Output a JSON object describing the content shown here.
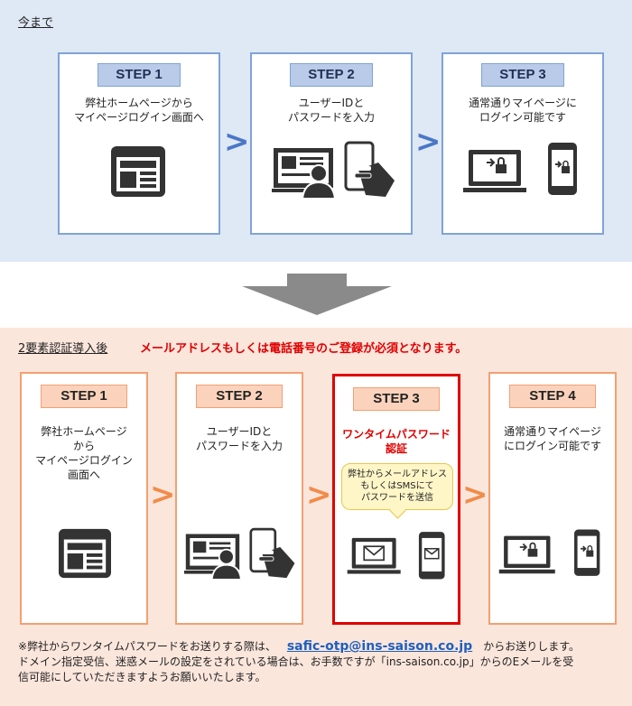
{
  "top": {
    "label": "今まで",
    "steps": [
      {
        "badge": "STEP 1",
        "text": [
          "弊社ホームページから",
          "マイページログイン画面へ"
        ],
        "icon": "webpage-icon"
      },
      {
        "badge": "STEP 2",
        "text": [
          "ユーザーIDと",
          "パスワードを入力"
        ],
        "icon": "pc-and-phone-icon"
      },
      {
        "badge": "STEP 3",
        "text": [
          "通常通りマイページに",
          "ログイン可能です"
        ],
        "icon": "login-devices-icon"
      }
    ]
  },
  "bottom": {
    "label": "2要素認証導入後",
    "notice": "メールアドレスもしくは電話番号のご登録が必須となります。",
    "steps": [
      {
        "badge": "STEP 1",
        "text": [
          "弊社ホームページ",
          "から",
          "マイページログイン",
          "画面へ"
        ],
        "icon": "webpage-icon"
      },
      {
        "badge": "STEP 2",
        "text": [
          "ユーザーIDと",
          "パスワードを入力"
        ],
        "icon": "pc-and-phone-icon"
      },
      {
        "badge": "STEP 3",
        "text": [
          "ワンタイムパスワード",
          "認証"
        ],
        "bubble": [
          "弊社からメールアドレス",
          "もしくはSMSにて",
          "パスワードを送信"
        ],
        "icon": "mail-devices-icon"
      },
      {
        "badge": "STEP 4",
        "text": [
          "通常通りマイページ",
          "にログイン可能です"
        ],
        "icon": "login-devices-icon"
      }
    ]
  },
  "footer": {
    "line1_before": "※弊社からワンタイムパスワードをお送りする際は、",
    "email": "safic-otp@ins-saison.co.jp",
    "line1_after": "からお送りします。",
    "line2": "ドメイン指定受信、迷惑メールの設定をされている場合は、お手数ですが「ins-saison.co.jp」からのEメールを受",
    "line3": "信可能にしていただきますようお願いいたします。"
  },
  "colors": {
    "blue_bg": "#dfe8f5",
    "orange_bg": "#fbe6dc",
    "blue_accent": "#4a77c6",
    "orange_accent": "#f08c4a",
    "red": "#e00000"
  }
}
